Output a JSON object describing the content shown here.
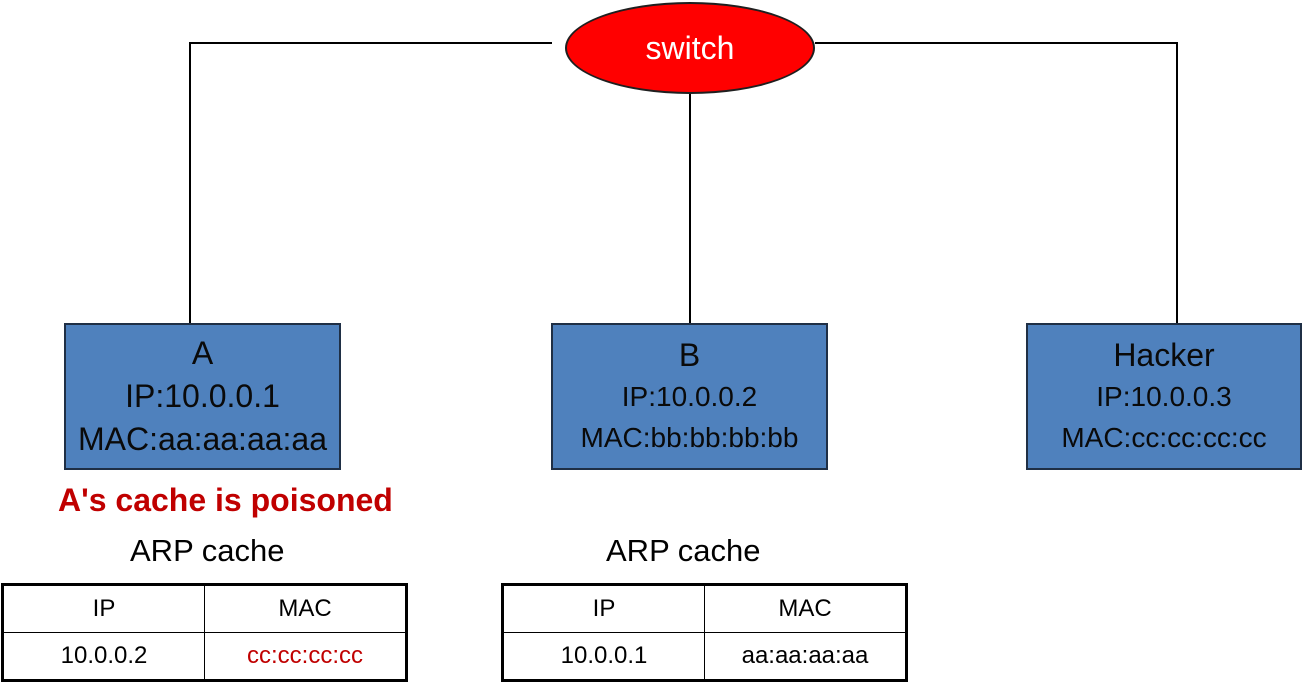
{
  "switch": {
    "label": "switch"
  },
  "hosts": [
    {
      "name": "A",
      "ip": "IP:10.0.0.1",
      "mac": "MAC:aa:aa:aa:aa"
    },
    {
      "name": "B",
      "ip": "IP:10.0.0.2",
      "mac": "MAC:bb:bb:bb:bb"
    },
    {
      "name": "Hacker",
      "ip": "IP:10.0.0.3",
      "mac": "MAC:cc:cc:cc:cc"
    }
  ],
  "warning": "A's cache is poisoned",
  "caches": [
    {
      "title": "ARP cache",
      "headers": [
        "IP",
        "MAC"
      ],
      "row": [
        "10.0.0.2",
        "cc:cc:cc:cc"
      ]
    },
    {
      "title": "ARP cache",
      "headers": [
        "IP",
        "MAC"
      ],
      "row": [
        "10.0.0.1",
        "aa:aa:aa:aa"
      ]
    }
  ],
  "colors": {
    "switch": "#ff0000",
    "host": "#4f81bd",
    "poison": "#c00000"
  }
}
